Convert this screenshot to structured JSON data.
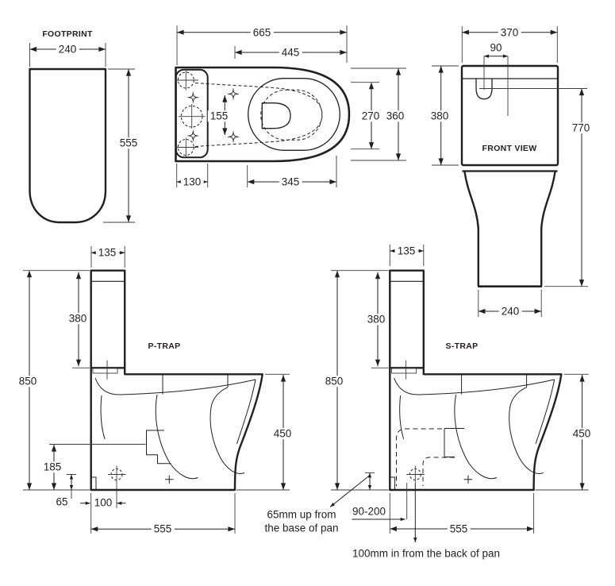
{
  "footprint": {
    "label": "FOOTPRINT",
    "dim_width": "240",
    "dim_depth": "555"
  },
  "top_view": {
    "dim_overall_length": "665",
    "dim_rim_length": "445",
    "dim_fixing_spacing": "155",
    "dim_bowl_width": "270",
    "dim_overall_width": "360",
    "dim_back_depth": "130",
    "dim_seat_length": "345"
  },
  "front_view": {
    "label": "FRONT VIEW",
    "dim_width": "370",
    "dim_inlet_offset": "90",
    "dim_cistern_height": "380",
    "dim_inlet_height": "770",
    "dim_base_width": "240"
  },
  "p_trap": {
    "label": "P-TRAP",
    "dim_cistern_top": "135",
    "dim_cistern_height": "380",
    "dim_overall_height": "850",
    "dim_pan_height": "450",
    "dim_outlet_height": "185",
    "dim_65": "65",
    "dim_100": "100",
    "dim_depth": "555"
  },
  "s_trap": {
    "label": "S-TRAP",
    "dim_cistern_top": "135",
    "dim_cistern_height": "380",
    "dim_overall_height": "850",
    "dim_pan_height": "450",
    "dim_setout": "90-200",
    "dim_depth": "555",
    "note_65_line1": "65mm up from",
    "note_65_line2": "the base of pan",
    "note_100": "100mm in from the back of pan"
  }
}
